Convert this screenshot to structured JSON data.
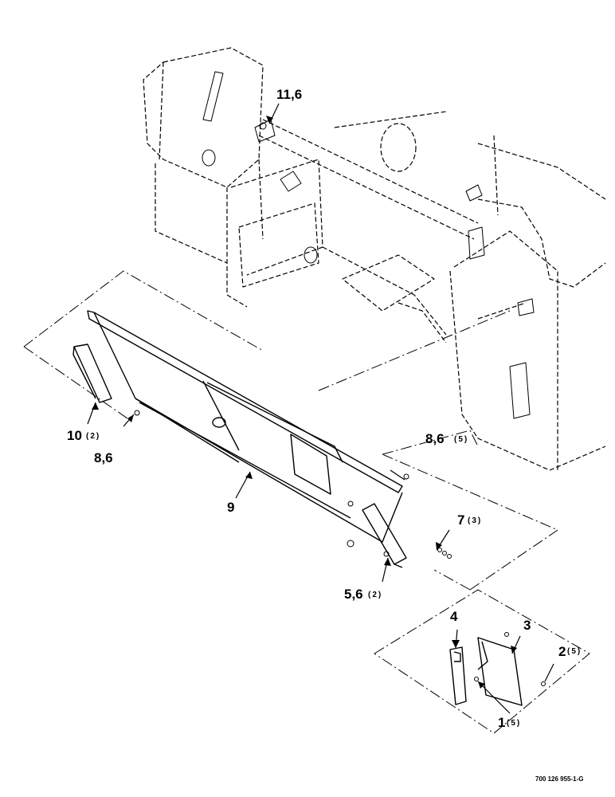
{
  "callouts": {
    "c11": {
      "num": "11,6",
      "qty": ""
    },
    "c10": {
      "num": "10",
      "qty": "(2)"
    },
    "c8a": {
      "num": "8,6",
      "qty": ""
    },
    "c8b": {
      "num": "8,6",
      "qty": "(5)"
    },
    "c9": {
      "num": "9",
      "qty": ""
    },
    "c7": {
      "num": "7",
      "qty": "(3)"
    },
    "c5": {
      "num": "5,6",
      "qty": "(2)"
    },
    "c4": {
      "num": "4",
      "qty": ""
    },
    "c3": {
      "num": "3",
      "qty": ""
    },
    "c2": {
      "num": "2",
      "qty": "(5)"
    },
    "c1": {
      "num": "1",
      "qty": "(5)"
    }
  },
  "drawing_number": "700 126 955-1-G"
}
